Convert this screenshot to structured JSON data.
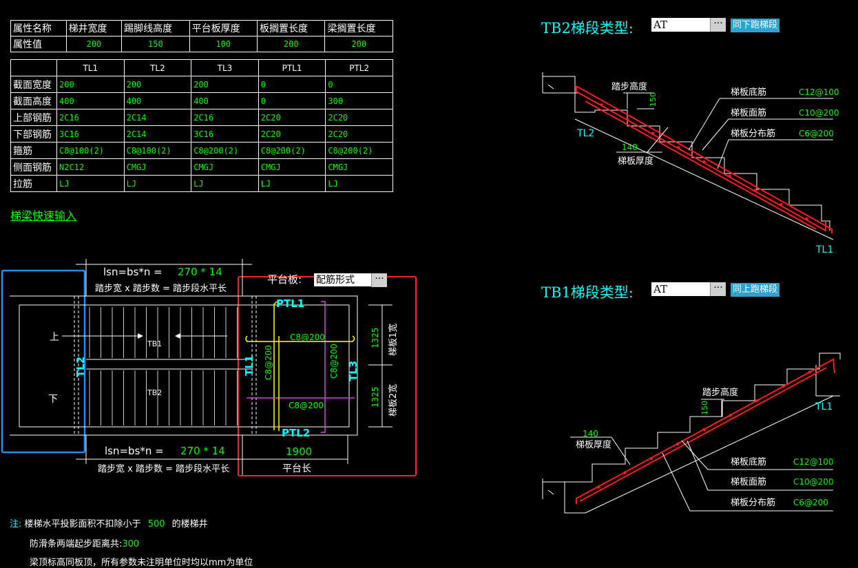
{
  "prop_table": {
    "headers": [
      "属性名称",
      "梯井宽度",
      "踢脚线高度",
      "平台板厚度",
      "板搁置长度",
      "梁搁置长度"
    ],
    "row_label": "属性值",
    "values": [
      "200",
      "150",
      "100",
      "200",
      "200"
    ]
  },
  "beam_table": {
    "columns": [
      "TL1",
      "TL2",
      "TL3",
      "PTL1",
      "PTL2"
    ],
    "rows": [
      {
        "label": "截面宽度",
        "values": [
          "200",
          "200",
          "200",
          "0",
          "0"
        ]
      },
      {
        "label": "截面高度",
        "values": [
          "400",
          "400",
          "400",
          "0",
          "300"
        ]
      },
      {
        "label": "上部钢筋",
        "values": [
          "2C16",
          "2C14",
          "2C16",
          "2C20",
          "2C20"
        ]
      },
      {
        "label": "下部钢筋",
        "values": [
          "3C16",
          "2C14",
          "3C16",
          "2C20",
          "2C20"
        ]
      },
      {
        "label": "箍筋",
        "values": [
          "C8@100(2)",
          "C8@100(2)",
          "C8@200(2)",
          "C8@200(2)",
          "C8@200(2)"
        ]
      },
      {
        "label": "侧面钢筋",
        "values": [
          "N2C12",
          "CMGJ",
          "CMGJ",
          "CMGJ",
          "CMGJ"
        ]
      },
      {
        "label": "拉筋",
        "values": [
          "LJ",
          "LJ",
          "LJ",
          "LJ",
          "LJ"
        ]
      }
    ]
  },
  "quick_input_link": "梯梁快速输入",
  "plan": {
    "lsn_top": "lsn=bs*n =",
    "lsn_top_vals": "270 * 14",
    "lsn_top_caption": "踏步宽 x 踏步数 = 踏步段水平长",
    "lsn_bottom": "lsn=bs*n =",
    "lsn_bottom_vals": "270 * 14",
    "lsn_bottom_caption": "踏步宽 x 踏步数 = 踏步段水平长",
    "platform_label": "平台板:",
    "platform_combo": "配筋形式",
    "combo_btn": "···",
    "up": "上",
    "down": "下",
    "tb1": "TB1",
    "tb2": "TB2",
    "tl2": "TL2",
    "tl1": "TL1",
    "tl3": "TL3",
    "ptl1": "PTL1",
    "ptl2": "PTL2",
    "rebar_top_h": "C8@200",
    "rebar_bot_h": "C8@200",
    "rebar_left_v": "C8@200",
    "rebar_right_v": "C8@200",
    "dim_1325_a": "1325",
    "dim_1325_b": "1325",
    "width1": "梯板1宽",
    "width2": "梯板2宽",
    "platform_len_val": "1900",
    "platform_len": "平台长"
  },
  "tb2_section": {
    "type_label": "TB2梯段类型:",
    "type_value": "AT",
    "combo_btn": "···",
    "same_btn": "同下跑梯段",
    "step_height": "踏步高度",
    "step_height_val": "150",
    "thickness_val": "140",
    "thickness": "梯板厚度",
    "bottom_bar": "梯板底筋",
    "bottom_bar_val": "C12@100",
    "top_bar": "梯板面筋",
    "top_bar_val": "C10@200",
    "dist_bar": "梯板分布筋",
    "dist_bar_val": "C6@200",
    "tl2": "TL2",
    "tl1": "TL1"
  },
  "tb1_section": {
    "type_label": "TB1梯段类型:",
    "type_value": "AT",
    "combo_btn": "···",
    "same_btn": "同上跑梯段",
    "step_height": "踏步高度",
    "step_height_val": "150",
    "thickness_val": "140",
    "thickness": "梯板厚度",
    "bottom_bar": "梯板底筋",
    "bottom_bar_val": "C12@100",
    "top_bar": "梯板面筋",
    "top_bar_val": "C10@200",
    "dist_bar": "梯板分布筋",
    "dist_bar_val": "C6@200",
    "tl1": "TL1"
  },
  "notes": {
    "prefix": "注:",
    "line1_a": "楼梯水平投影面积不扣除小于",
    "line1_val": "500",
    "line1_b": "的楼梯井",
    "line2_a": "防滑条两端起步距离共:",
    "line2_val": "300",
    "line3": "梁顶标高同板顶，所有参数未注明单位时均以mm为单位"
  },
  "colors": {
    "frame_blue": "#1e90ff",
    "frame_red": "#ff2020",
    "rebar_red": "#ff1a1a",
    "accent_cyan": "#00ffff",
    "value_green": "#00ff00"
  }
}
